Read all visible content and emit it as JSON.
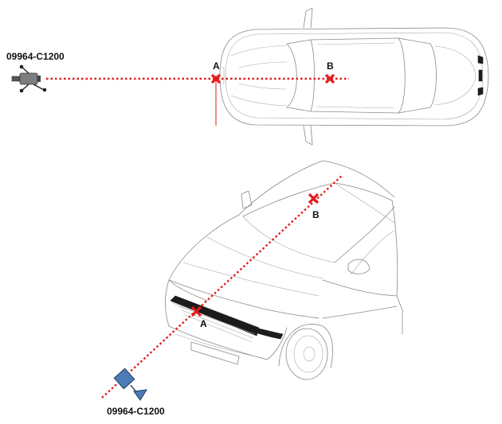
{
  "colors": {
    "laser": "#e31b1b",
    "marker": "#e31b1b",
    "car_outline": "#8a8a8a",
    "tool_top": "#7d7d7d",
    "tool_bottom": "#4d7bb5",
    "label": "#111111"
  },
  "top_view": {
    "tool_label": "09964-C1200",
    "point_a_label": "A",
    "point_b_label": "B"
  },
  "perspective_view": {
    "tool_label": "09964-C1200",
    "point_a_label": "A",
    "point_b_label": "B"
  }
}
